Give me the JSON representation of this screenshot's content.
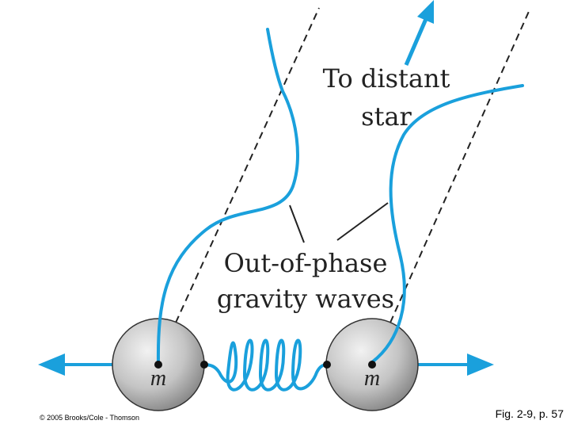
{
  "labels": {
    "distant_star_line1": "To distant",
    "distant_star_line2": "star",
    "waves_line1": "Out-of-phase",
    "waves_line2": "gravity waves",
    "mass_left": "m",
    "mass_right": "m"
  },
  "footer": {
    "copyright": "© 2005 Brooks/Cole - Thomson",
    "figure_ref": "Fig. 2-9, p. 57"
  },
  "colors": {
    "wave": "#1aa0dc",
    "dashed_line": "#222222",
    "sphere_light": "#eeeeee",
    "sphere_dark": "#7f7f7f"
  }
}
